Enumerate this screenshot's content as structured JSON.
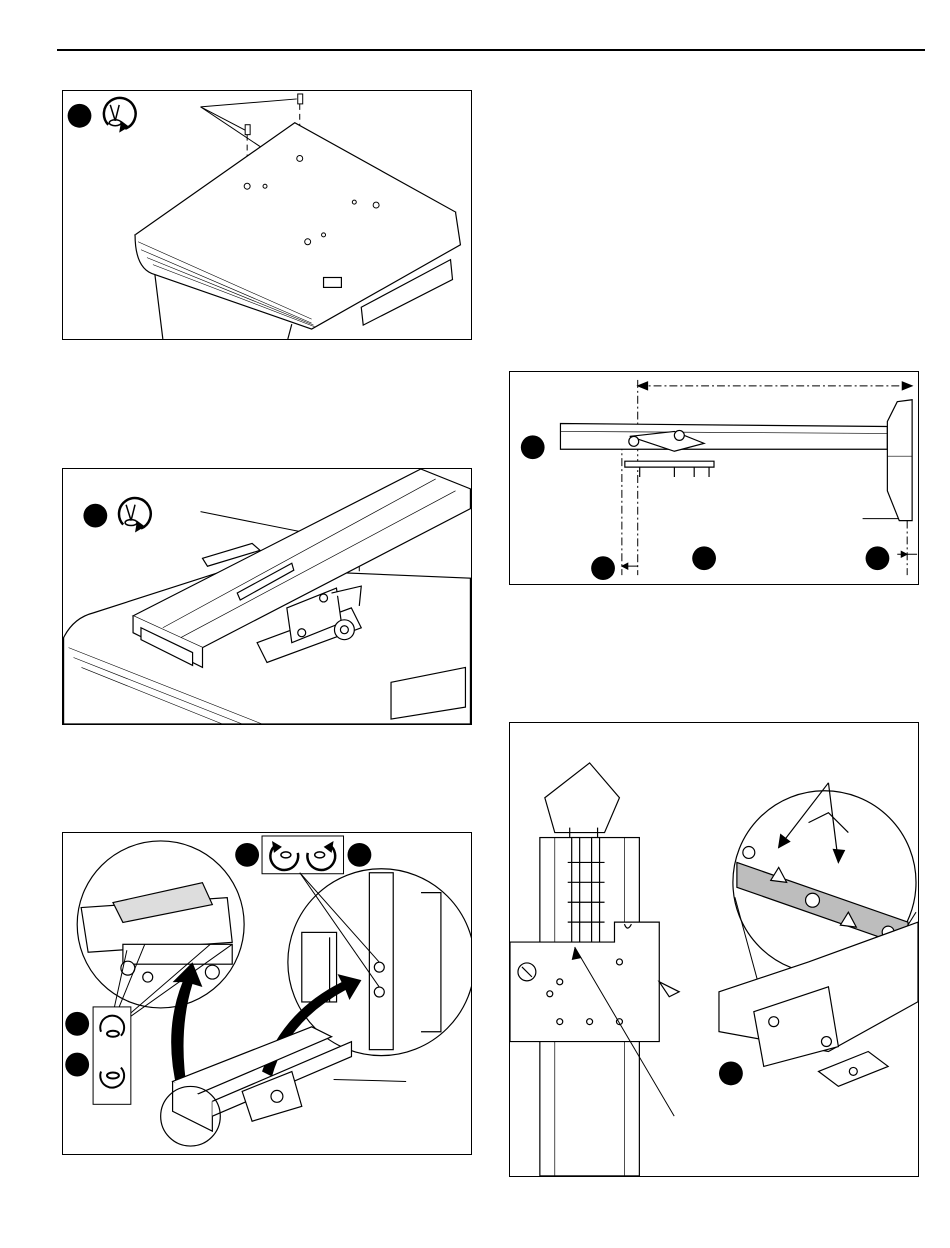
{
  "page": {
    "figures": [
      {
        "id": "fig-top-screws",
        "icons": [
          "step-badge",
          "screwdriver-rotate-cw-icon"
        ]
      },
      {
        "id": "fig-arm-screw",
        "icons": [
          "step-badge",
          "screwdriver-rotate-cw-icon"
        ]
      },
      {
        "id": "fig-cover-detail",
        "icons": [
          "step-badge",
          "rotate-ccw-icon",
          "rotate-cw-icon",
          "step-badge",
          "step-badge",
          "rotate-icon",
          "step-badge",
          "rotate-icon"
        ]
      },
      {
        "id": "fig-distance",
        "icons": [
          "step-badge",
          "step-badge",
          "step-badge",
          "step-badge"
        ]
      },
      {
        "id": "fig-alignment",
        "icons": [
          "step-badge"
        ]
      }
    ],
    "colors": {
      "ink": "#000000",
      "paper": "#ffffff",
      "band": "#bdbdbd"
    }
  }
}
